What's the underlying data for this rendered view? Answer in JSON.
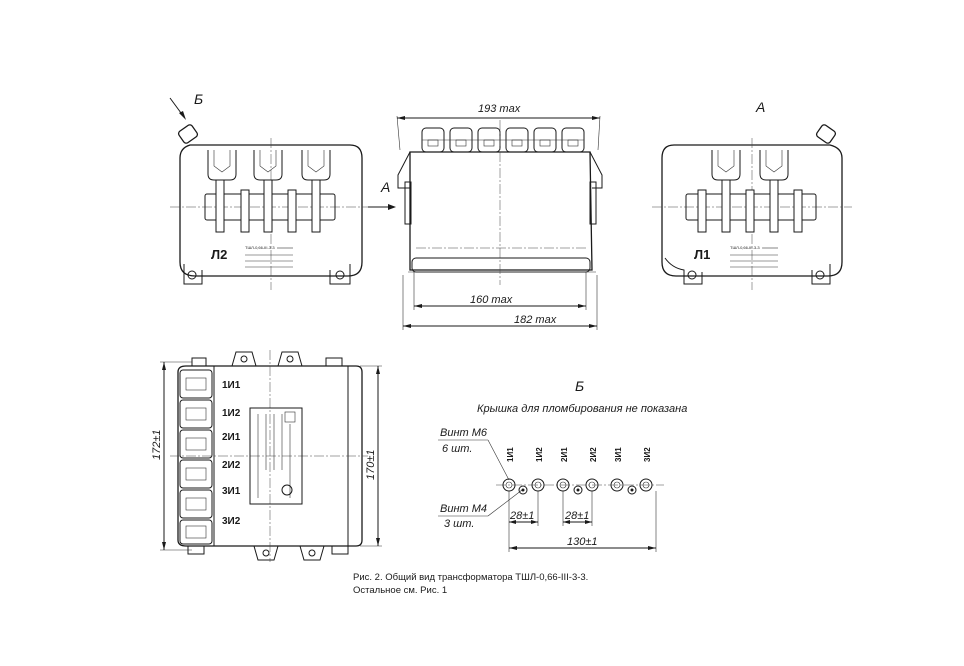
{
  "views": {
    "left_view_marker": "Л2",
    "right_view_marker": "Л1",
    "arrow_b_label": "Б",
    "arrow_a_label": "А",
    "view_a_title": "А"
  },
  "dimensions": {
    "width_top": "193 max",
    "width_mid": "160 max",
    "width_bottom": "182 max",
    "height_left": "172±1",
    "height_right": "170±1",
    "pitch_1": "28±1",
    "pitch_2": "28±1",
    "total_span": "130±1"
  },
  "plan_view": {
    "terminal_labels": [
      "1И1",
      "1И2",
      "2И1",
      "2И2",
      "3И1",
      "3И2"
    ]
  },
  "detail_b": {
    "title": "Б",
    "note": "Крышка для пломбирования не показана",
    "screw_m6": "Винт М6",
    "screw_m6_qty": "6 шт.",
    "screw_m4": "Винт М4",
    "screw_m4_qty": "3 шт.",
    "terminal_labels": [
      "1И1",
      "1И2",
      "2И1",
      "2И2",
      "3И1",
      "3И2"
    ]
  },
  "caption": {
    "line1": "Рис. 2. Общий вид трансформатора ТШЛ-0,66-III-3-3.",
    "line2": "Остальное см. Рис. 1"
  }
}
